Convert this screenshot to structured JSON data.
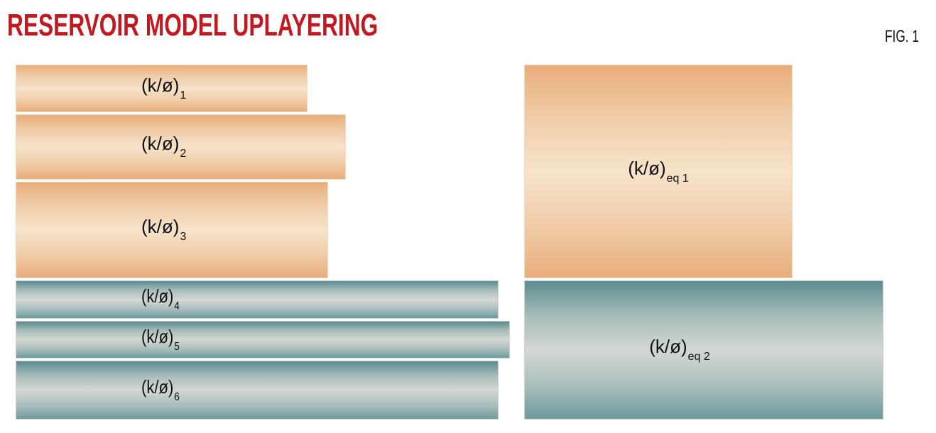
{
  "header": {
    "title": "RESERVOIR MODEL UPLAYERING",
    "figure_label": "FIG. 1"
  },
  "colors": {
    "title": "#c1191f",
    "sand_edge": "#e8ad7a",
    "sand_center": "#f6e3ca",
    "shale_edge": "#5d8b90",
    "shale_center": "#d4d8d2"
  },
  "fine_model": {
    "layers": [
      {
        "base": "(k/ø)",
        "sub": "1",
        "facies": "sand"
      },
      {
        "base": "(k/ø)",
        "sub": "2",
        "facies": "sand"
      },
      {
        "base": "(k/ø)",
        "sub": "3",
        "facies": "sand"
      },
      {
        "base": "(k/ø)",
        "sub": "4",
        "facies": "shale"
      },
      {
        "base": "(k/ø)",
        "sub": "5",
        "facies": "shale"
      },
      {
        "base": "(k/ø)",
        "sub": "6",
        "facies": "shale"
      }
    ]
  },
  "upscaled_model": {
    "layers": [
      {
        "base": "(k/ø)",
        "sub": "eq 1",
        "facies": "sand"
      },
      {
        "base": "(k/ø)",
        "sub": "eq 2",
        "facies": "shale"
      }
    ]
  }
}
